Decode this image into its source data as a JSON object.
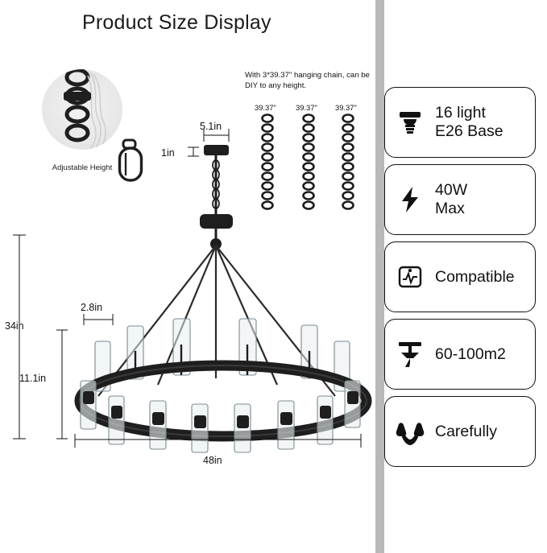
{
  "title": "Product Size Display",
  "inset": {
    "caption": "Adjustable Height"
  },
  "chains": {
    "note": "With 3*39.37\" hanging chain,\ncan be DIY to any height.",
    "labels": [
      "39.37\"",
      "39.37\"",
      "39.37\""
    ]
  },
  "dimensions": {
    "canopy_width": "5.1in",
    "canopy_height": "1in",
    "total_height": "34in",
    "fixture_height": "11.1in",
    "glass_width": "2.8in",
    "diameter": "48in"
  },
  "features": [
    {
      "icon": "bulb-socket-icon",
      "text": "16 light\nE26 Base"
    },
    {
      "icon": "lightning-bolt-icon",
      "text": "40W\nMax"
    },
    {
      "icon": "dimmer-switch-icon",
      "text": "Compatible"
    },
    {
      "icon": "ceiling-mount-icon",
      "text": "60-100m2"
    },
    {
      "icon": "handling-care-icon",
      "text": "Carefully"
    }
  ],
  "colors": {
    "ink": "#111111",
    "divider": "#b9b9b9",
    "metal": "#2b2b2b"
  }
}
